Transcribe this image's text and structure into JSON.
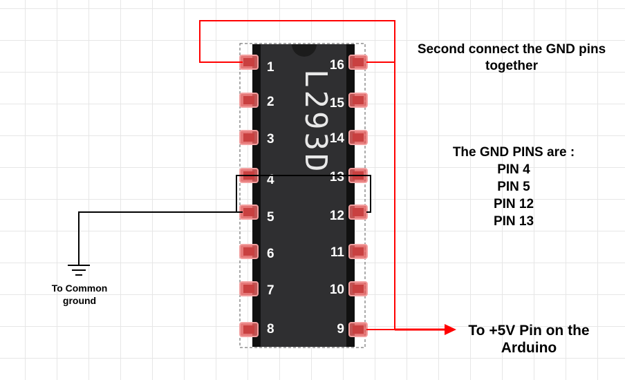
{
  "chip": {
    "label": "L293D",
    "left_pins": [
      "1",
      "2",
      "3",
      "4",
      "5",
      "6",
      "7",
      "8"
    ],
    "right_pins": [
      "16",
      "15",
      "14",
      "13",
      "12",
      "11",
      "10",
      "9"
    ]
  },
  "notes": {
    "gnd_together": "Second connect the GND pins together",
    "gnd_pins_title": "The GND PINS are :",
    "gnd_pins": [
      "PIN 4",
      "PIN 5",
      "PIN 12",
      "PIN 13"
    ],
    "to_5v": "To +5V Pin on the Arduino",
    "to_ground": "To Common ground"
  },
  "colors": {
    "chip_body": "#2f2f31",
    "chip_stripe": "#101010",
    "pin_pad": "#e06060",
    "red_wire": "#ff0000",
    "black_wire": "#000000"
  }
}
